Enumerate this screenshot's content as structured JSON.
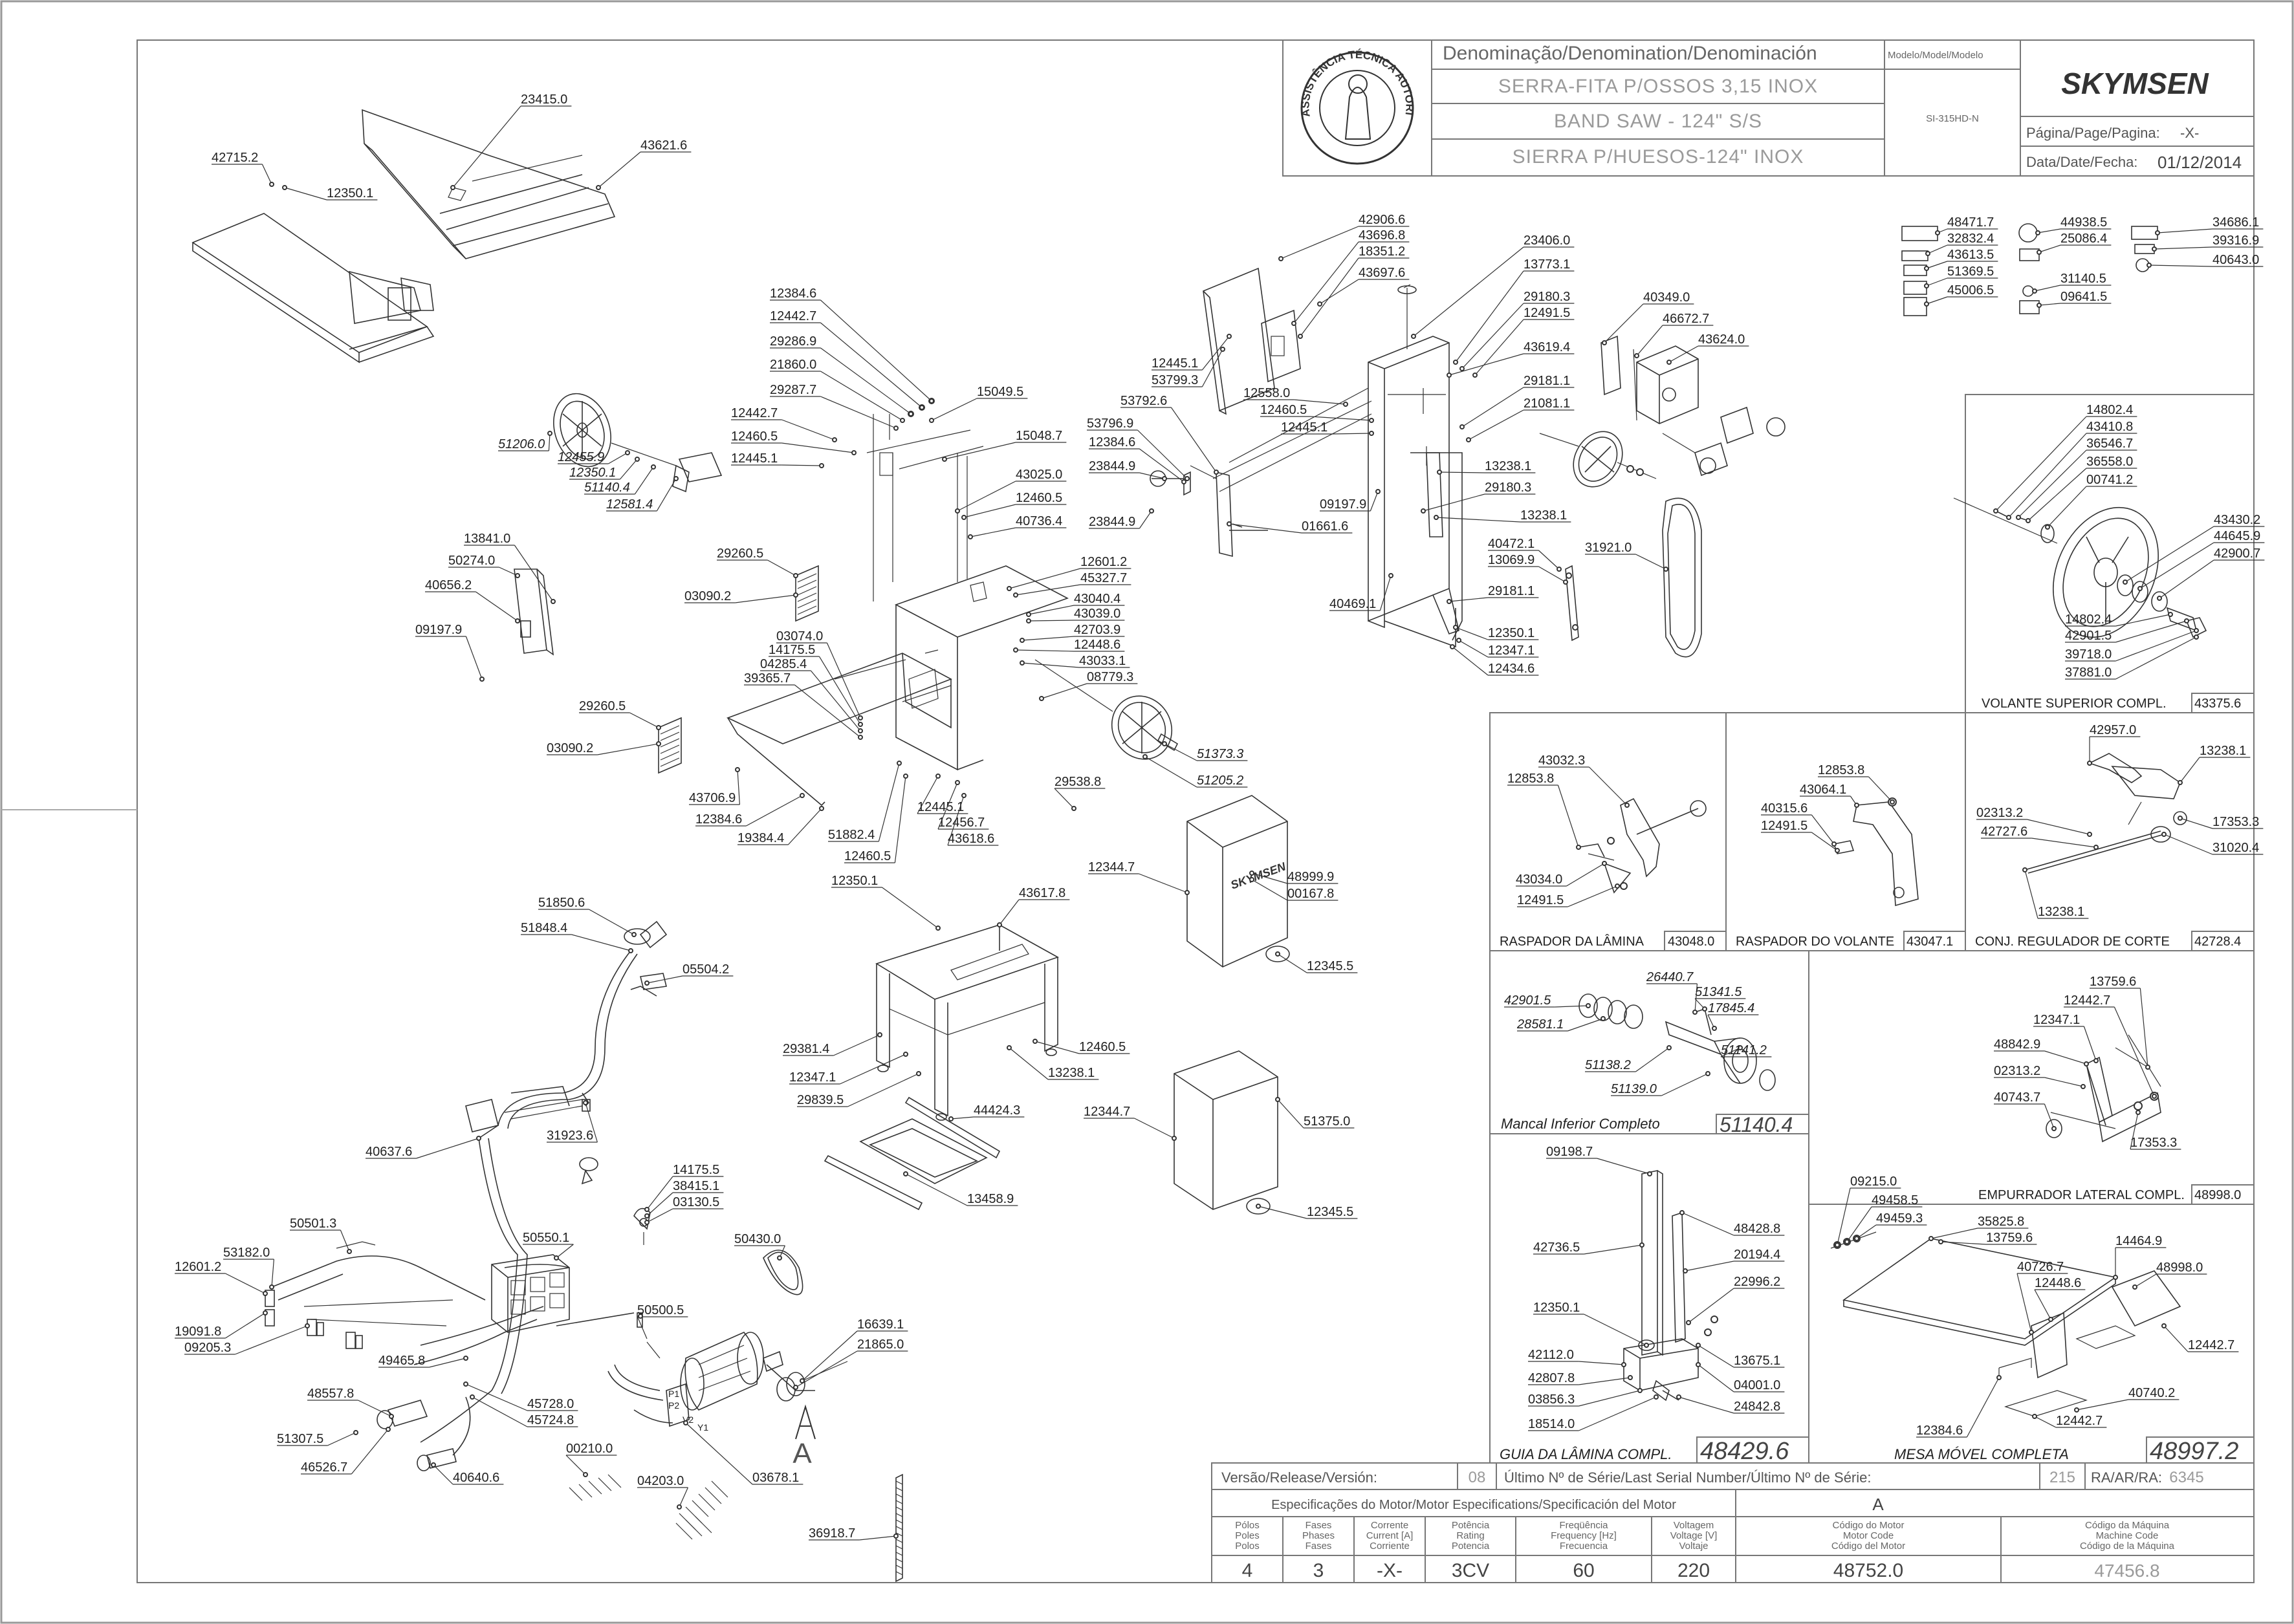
{
  "title_block": {
    "denomination_header": "Denominação/Denomination/Denominación",
    "model_header": "Modelo/Model/Modelo",
    "name_pt": "SERRA-FITA P/OSSOS 3,15 INOX",
    "name_en": "BAND SAW - 124\" S/S",
    "name_es": "SIERRA P/HUESOS-124\" INOX",
    "model_value": "SI-315HD-N",
    "brand": "SKYMSEN",
    "page_label": "Página/Page/Pagina:",
    "page_value": "-X-",
    "date_label": "Data/Date/Fecha:",
    "date_value": "01/12/2014",
    "seal_text": "ASSISTÊNCIA TÉCNICA AUTORIZADA"
  },
  "footer": {
    "release_label": "Versão/Release/Versión:",
    "release_value": "08",
    "serial_label": "Último Nº de Série/Last Serial Number/Último Nº de Série:",
    "serial_value": "215",
    "ra_label": "RA/AR/RA:",
    "ra_value": "6345",
    "motor_spec_label": "Especificações do Motor/Motor Especifications/Specificación del Motor",
    "motor_letter": "A",
    "headers": {
      "poles": [
        "Pólos",
        "Poles",
        "Polos"
      ],
      "phases": [
        "Fases",
        "Phases",
        "Fases"
      ],
      "current": [
        "Corrente",
        "Current [A]",
        "Corriente"
      ],
      "power": [
        "Potência",
        "Rating",
        "Potencia"
      ],
      "frequency": [
        "Freqüência",
        "Frequency [Hz]",
        "Frecuencia"
      ],
      "voltage": [
        "Voltagem",
        "Voltage [V]",
        "Voltaje"
      ],
      "motor_code": [
        "Código do Motor",
        "Motor Code",
        "Código del Motor"
      ],
      "machine_code": [
        "Código da Máquina",
        "Machine Code",
        "Código de la Máquina"
      ]
    },
    "values": {
      "poles": "4",
      "phases": "3",
      "current": "-X-",
      "power": "3CV",
      "frequency": "60",
      "voltage": "220",
      "motor_code": "48752.0",
      "machine_code": "47456.8"
    }
  },
  "subassemblies": {
    "volante_superior": {
      "name": "VOLANTE SUPERIOR COMPL.",
      "code": "43375.6"
    },
    "raspador_lamina": {
      "name": "RASPADOR DA LÂMINA",
      "code": "43048.0"
    },
    "raspador_volante": {
      "name": "RASPADOR DO VOLANTE",
      "code": "43047.1"
    },
    "regulador_corte": {
      "name": "CONJ. REGULADOR DE CORTE",
      "code": "42728.4"
    },
    "mancal_inferior": {
      "name": "Mancal Inferior Completo",
      "code": "51140.4"
    },
    "empurrador_lateral": {
      "name": "EMPURRADOR LATERAL COMPL.",
      "code": "48998.0"
    },
    "guia_lamina": {
      "name": "GUIA DA LÂMINA COMPL.",
      "code": "48429.6"
    },
    "mesa_movel": {
      "name": "MESA MÓVEL COMPLETA",
      "code": "48997.2"
    }
  },
  "motor_marker": "A",
  "parts": [
    {
      "id": "p1",
      "label": "23415.0"
    },
    {
      "id": "p2",
      "label": "43621.6"
    },
    {
      "id": "p3",
      "label": "42715.2"
    },
    {
      "id": "p4",
      "label": "12350.1"
    },
    {
      "id": "p5",
      "label": "51206.0"
    },
    {
      "id": "p6",
      "label": "12455.9"
    },
    {
      "id": "p7",
      "label": "12350.1"
    },
    {
      "id": "p8",
      "label": "51140.4"
    },
    {
      "id": "p9",
      "label": "12581.4"
    },
    {
      "id": "p10",
      "label": "13841.0"
    },
    {
      "id": "p11",
      "label": "50274.0"
    },
    {
      "id": "p12",
      "label": "40656.2"
    },
    {
      "id": "p13",
      "label": "09197.9"
    },
    {
      "id": "p14",
      "label": "12384.6"
    },
    {
      "id": "p15",
      "label": "12442.7"
    },
    {
      "id": "p16",
      "label": "29286.9"
    },
    {
      "id": "p17",
      "label": "21860.0"
    },
    {
      "id": "p18",
      "label": "29287.7"
    },
    {
      "id": "p19",
      "label": "12442.7"
    },
    {
      "id": "p20",
      "label": "12460.5"
    },
    {
      "id": "p21",
      "label": "12445.1"
    },
    {
      "id": "p22",
      "label": "15049.5"
    },
    {
      "id": "p23",
      "label": "15048.7"
    },
    {
      "id": "p24",
      "label": "43025.0"
    },
    {
      "id": "p25",
      "label": "12460.5"
    },
    {
      "id": "p26",
      "label": "40736.4"
    },
    {
      "id": "p27",
      "label": "12601.2"
    },
    {
      "id": "p28",
      "label": "45327.7"
    },
    {
      "id": "p29",
      "label": "29260.5"
    },
    {
      "id": "p30",
      "label": "03090.2"
    },
    {
      "id": "p31",
      "label": "43040.4"
    },
    {
      "id": "p32",
      "label": "43039.0"
    },
    {
      "id": "p33",
      "label": "42703.9"
    },
    {
      "id": "p34",
      "label": "03074.0"
    },
    {
      "id": "p35",
      "label": "14175.5"
    },
    {
      "id": "p36",
      "label": "04285.4"
    },
    {
      "id": "p37",
      "label": "39365.7"
    },
    {
      "id": "p38",
      "label": "12448.6"
    },
    {
      "id": "p39",
      "label": "43033.1"
    },
    {
      "id": "p40",
      "label": "08779.3"
    },
    {
      "id": "p41",
      "label": "29260.5"
    },
    {
      "id": "p42",
      "label": "03090.2"
    },
    {
      "id": "p43",
      "label": "51373.3"
    },
    {
      "id": "p44",
      "label": "51205.2"
    },
    {
      "id": "p45",
      "label": "43706.9"
    },
    {
      "id": "p46",
      "label": "12384.6"
    },
    {
      "id": "p47",
      "label": "19384.4"
    },
    {
      "id": "p48",
      "label": "51882.4"
    },
    {
      "id": "p49",
      "label": "12445.1"
    },
    {
      "id": "p50",
      "label": "12456.7"
    },
    {
      "id": "p51",
      "label": "43618.6"
    },
    {
      "id": "p52",
      "label": "12460.5"
    },
    {
      "id": "p53",
      "label": "29538.8"
    },
    {
      "id": "p54",
      "label": "42906.6"
    },
    {
      "id": "p55",
      "label": "43696.8"
    },
    {
      "id": "p56",
      "label": "18351.2"
    },
    {
      "id": "p57",
      "label": "43697.6"
    },
    {
      "id": "p58",
      "label": "23406.0"
    },
    {
      "id": "p59",
      "label": "13773.1"
    },
    {
      "id": "p60",
      "label": "29180.3"
    },
    {
      "id": "p61",
      "label": "12491.5"
    },
    {
      "id": "p62",
      "label": "43619.4"
    },
    {
      "id": "p63",
      "label": "29181.1"
    },
    {
      "id": "p64",
      "label": "21081.1"
    },
    {
      "id": "p65",
      "label": "12445.1"
    },
    {
      "id": "p66",
      "label": "53799.3"
    },
    {
      "id": "p67",
      "label": "12558.0"
    },
    {
      "id": "p68",
      "label": "12460.5"
    },
    {
      "id": "p69",
      "label": "12445.1"
    },
    {
      "id": "p70",
      "label": "53792.6"
    },
    {
      "id": "p71",
      "label": "53796.9"
    },
    {
      "id": "p72",
      "label": "12384.6"
    },
    {
      "id": "p73",
      "label": "23844.9"
    },
    {
      "id": "p74",
      "label": "23844.9"
    },
    {
      "id": "p75",
      "label": "01661.6"
    },
    {
      "id": "p76",
      "label": "09197.9"
    },
    {
      "id": "p77",
      "label": "13238.1"
    },
    {
      "id": "p78",
      "label": "29180.3"
    },
    {
      "id": "p79",
      "label": "13238.1"
    },
    {
      "id": "p80",
      "label": "40472.1"
    },
    {
      "id": "p81",
      "label": "13069.9"
    },
    {
      "id": "p82",
      "label": "40469.1"
    },
    {
      "id": "p83",
      "label": "29181.1"
    },
    {
      "id": "p84",
      "label": "12350.1"
    },
    {
      "id": "p85",
      "label": "12347.1"
    },
    {
      "id": "p86",
      "label": "12434.6"
    },
    {
      "id": "p87",
      "label": "40349.0"
    },
    {
      "id": "p88",
      "label": "46672.7"
    },
    {
      "id": "p89",
      "label": "43624.0"
    },
    {
      "id": "p90",
      "label": "31921.0"
    },
    {
      "id": "p91",
      "label": "48471.7"
    },
    {
      "id": "p92",
      "label": "32832.4"
    },
    {
      "id": "p93",
      "label": "43613.5"
    },
    {
      "id": "p94",
      "label": "51369.5"
    },
    {
      "id": "p95",
      "label": "45006.5"
    },
    {
      "id": "p96",
      "label": "44938.5"
    },
    {
      "id": "p97",
      "label": "25086.4"
    },
    {
      "id": "p98",
      "label": "31140.5"
    },
    {
      "id": "p99",
      "label": "09641.5"
    },
    {
      "id": "p100",
      "label": "34686.1"
    },
    {
      "id": "p101",
      "label": "39316.9"
    },
    {
      "id": "p102",
      "label": "40643.0"
    },
    {
      "id": "p103",
      "label": "14802.4"
    },
    {
      "id": "p104",
      "label": "43410.8"
    },
    {
      "id": "p105",
      "label": "36546.7"
    },
    {
      "id": "p106",
      "label": "36558.0"
    },
    {
      "id": "p107",
      "label": "00741.2"
    },
    {
      "id": "p108",
      "label": "43430.2"
    },
    {
      "id": "p109",
      "label": "44645.9"
    },
    {
      "id": "p110",
      "label": "42900.7"
    },
    {
      "id": "p111",
      "label": "14802.4"
    },
    {
      "id": "p112",
      "label": "42901.5"
    },
    {
      "id": "p113",
      "label": "39718.0"
    },
    {
      "id": "p114",
      "label": "37881.0"
    },
    {
      "id": "p115",
      "label": "43032.3"
    },
    {
      "id": "p116",
      "label": "12853.8"
    },
    {
      "id": "p117",
      "label": "43034.0"
    },
    {
      "id": "p118",
      "label": "12491.5"
    },
    {
      "id": "p119",
      "label": "12853.8"
    },
    {
      "id": "p120",
      "label": "43064.1"
    },
    {
      "id": "p121",
      "label": "40315.6"
    },
    {
      "id": "p122",
      "label": "12491.5"
    },
    {
      "id": "p123",
      "label": "42957.0"
    },
    {
      "id": "p124",
      "label": "13238.1"
    },
    {
      "id": "p125",
      "label": "02313.2"
    },
    {
      "id": "p126",
      "label": "42727.6"
    },
    {
      "id": "p127",
      "label": "17353.3"
    },
    {
      "id": "p128",
      "label": "31020.4"
    },
    {
      "id": "p129",
      "label": "13238.1"
    },
    {
      "id": "p130",
      "label": "12350.1"
    },
    {
      "id": "p131",
      "label": "43617.8"
    },
    {
      "id": "p132",
      "label": "29381.4"
    },
    {
      "id": "p133",
      "label": "12347.1"
    },
    {
      "id": "p134",
      "label": "29839.5"
    },
    {
      "id": "p135",
      "label": "12460.5"
    },
    {
      "id": "p136",
      "label": "13238.1"
    },
    {
      "id": "p137",
      "label": "44424.3"
    },
    {
      "id": "p138",
      "label": "13458.9"
    },
    {
      "id": "p139",
      "label": "12344.7"
    },
    {
      "id": "p140",
      "label": "48999.9"
    },
    {
      "id": "p141",
      "label": "00167.8"
    },
    {
      "id": "p142",
      "label": "12345.5"
    },
    {
      "id": "p143",
      "label": "12344.7"
    },
    {
      "id": "p144",
      "label": "51375.0"
    },
    {
      "id": "p145",
      "label": "12345.5"
    },
    {
      "id": "p146",
      "label": "42901.5"
    },
    {
      "id": "p147",
      "label": "26440.7"
    },
    {
      "id": "p148",
      "label": "51341.5"
    },
    {
      "id": "p149",
      "label": "17845.4"
    },
    {
      "id": "p150",
      "label": "28581.1"
    },
    {
      "id": "p151",
      "label": "51138.2"
    },
    {
      "id": "p152",
      "label": "51141.2"
    },
    {
      "id": "p153",
      "label": "51139.0"
    },
    {
      "id": "p154",
      "label": "13759.6"
    },
    {
      "id": "p155",
      "label": "12442.7"
    },
    {
      "id": "p156",
      "label": "12347.1"
    },
    {
      "id": "p157",
      "label": "48842.9"
    },
    {
      "id": "p158",
      "label": "02313.2"
    },
    {
      "id": "p159",
      "label": "40743.7"
    },
    {
      "id": "p160",
      "label": "17353.3"
    },
    {
      "id": "p161",
      "label": "51850.6"
    },
    {
      "id": "p162",
      "label": "51848.4"
    },
    {
      "id": "p163",
      "label": "05504.2"
    },
    {
      "id": "p164",
      "label": "31923.6"
    },
    {
      "id": "p165",
      "label": "40637.6"
    },
    {
      "id": "p166",
      "label": "14175.5"
    },
    {
      "id": "p167",
      "label": "38415.1"
    },
    {
      "id": "p168",
      "label": "03130.5"
    },
    {
      "id": "p169",
      "label": "50501.3"
    },
    {
      "id": "p170",
      "label": "50550.1"
    },
    {
      "id": "p171",
      "label": "53182.0"
    },
    {
      "id": "p172",
      "label": "12601.2"
    },
    {
      "id": "p173",
      "label": "19091.8"
    },
    {
      "id": "p174",
      "label": "09205.3"
    },
    {
      "id": "p175",
      "label": "49465.8"
    },
    {
      "id": "p176",
      "label": "48557.8"
    },
    {
      "id": "p177",
      "label": "51307.5"
    },
    {
      "id": "p178",
      "label": "46526.7"
    },
    {
      "id": "p179",
      "label": "45728.0"
    },
    {
      "id": "p180",
      "label": "45724.8"
    },
    {
      "id": "p181",
      "label": "40640.6"
    },
    {
      "id": "p182",
      "label": "00210.0"
    },
    {
      "id": "p183",
      "label": "04203.0"
    },
    {
      "id": "p184",
      "label": "03678.1"
    },
    {
      "id": "p185",
      "label": "50500.5"
    },
    {
      "id": "p186",
      "label": "50430.0"
    },
    {
      "id": "p187",
      "label": "16639.1"
    },
    {
      "id": "p188",
      "label": "21865.0"
    },
    {
      "id": "p189",
      "label": "36918.7"
    },
    {
      "id": "p190",
      "label": "09198.7"
    },
    {
      "id": "p191",
      "label": "42736.5"
    },
    {
      "id": "p192",
      "label": "48428.8"
    },
    {
      "id": "p193",
      "label": "20194.4"
    },
    {
      "id": "p194",
      "label": "22996.2"
    },
    {
      "id": "p195",
      "label": "12350.1"
    },
    {
      "id": "p196",
      "label": "13675.1"
    },
    {
      "id": "p197",
      "label": "42112.0"
    },
    {
      "id": "p198",
      "label": "42807.8"
    },
    {
      "id": "p199",
      "label": "04001.0"
    },
    {
      "id": "p200",
      "label": "03856.3"
    },
    {
      "id": "p201",
      "label": "24842.8"
    },
    {
      "id": "p202",
      "label": "18514.0"
    },
    {
      "id": "p203",
      "label": "09215.0"
    },
    {
      "id": "p204",
      "label": "49458.5"
    },
    {
      "id": "p205",
      "label": "49459.3"
    },
    {
      "id": "p206",
      "label": "35825.8"
    },
    {
      "id": "p207",
      "label": "13759.6"
    },
    {
      "id": "p208",
      "label": "40726.7"
    },
    {
      "id": "p209",
      "label": "12448.6"
    },
    {
      "id": "p210",
      "label": "14464.9"
    },
    {
      "id": "p211",
      "label": "48998.0"
    },
    {
      "id": "p212",
      "label": "12442.7"
    },
    {
      "id": "p213",
      "label": "40740.2"
    },
    {
      "id": "p214",
      "label": "12442.7"
    },
    {
      "id": "p215",
      "label": "12384.6"
    }
  ]
}
